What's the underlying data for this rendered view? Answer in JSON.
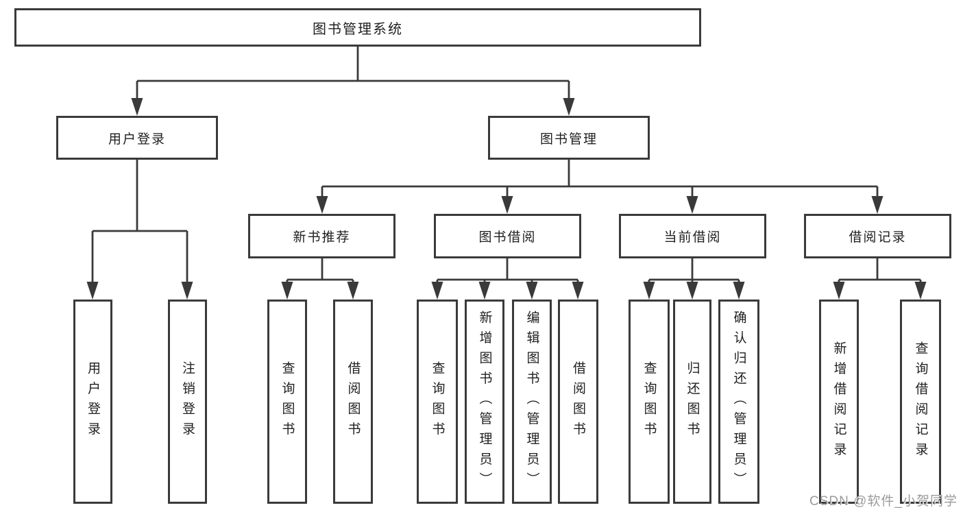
{
  "tree": {
    "root": {
      "label": "图书管理系统",
      "children": [
        {
          "label": "用户登录",
          "children": [
            {
              "label": "用户登录"
            },
            {
              "label": "注销登录"
            }
          ]
        },
        {
          "label": "图书管理",
          "children": [
            {
              "label": "新书推荐",
              "children": [
                {
                  "label": "查询图书"
                },
                {
                  "label": "借阅图书"
                }
              ]
            },
            {
              "label": "图书借阅",
              "children": [
                {
                  "label": "查询图书"
                },
                {
                  "label": "新增图书（管理员）"
                },
                {
                  "label": "编辑图书（管理员）"
                },
                {
                  "label": "借阅图书"
                }
              ]
            },
            {
              "label": "当前借阅",
              "children": [
                {
                  "label": "查询图书"
                },
                {
                  "label": "归还图书"
                },
                {
                  "label": "确认归还（管理员）"
                }
              ]
            },
            {
              "label": "借阅记录",
              "children": [
                {
                  "label": "新增借阅记录"
                },
                {
                  "label": "查询借阅记录"
                }
              ]
            }
          ]
        }
      ]
    }
  },
  "watermark": {
    "text": "CSDN @软件_小贺同学"
  },
  "colors": {
    "line": "#3a3a3a",
    "box_border": "#3a3a3a",
    "text": "#1f1f1f",
    "watermark_text": "#9b9b9b",
    "background": "#ffffff"
  }
}
